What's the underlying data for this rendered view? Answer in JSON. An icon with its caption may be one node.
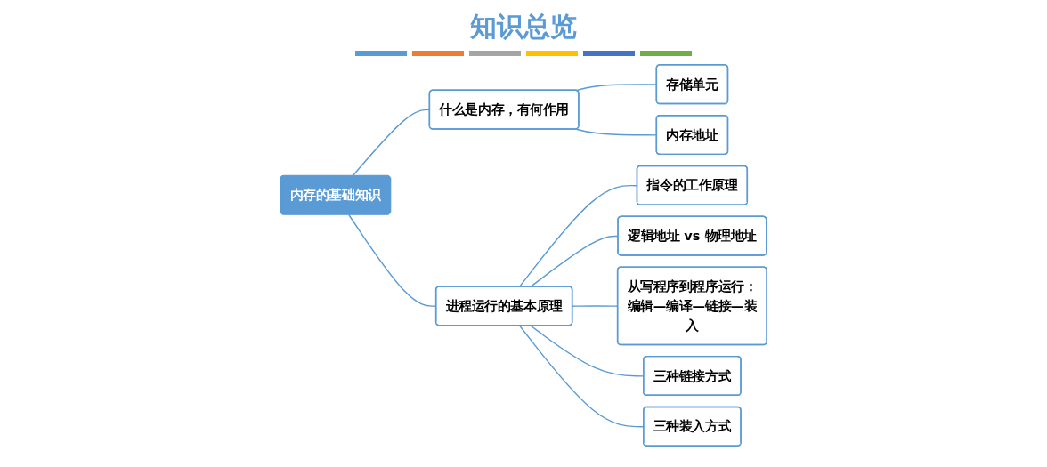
{
  "diagram": {
    "title": "知识总览",
    "nodes": [
      {
        "text": [
          "内存的基础知识"
        ]
      },
      {
        "text": [
          "什么是内存，有何作用"
        ]
      },
      {
        "text": [
          "存储单元"
        ]
      },
      {
        "text": [
          "内存地址"
        ]
      },
      {
        "text": [
          "进程运行的基本原理"
        ]
      },
      {
        "text": [
          "指令的工作原理"
        ]
      },
      {
        "text": [
          "逻辑地址 vs 物理地址"
        ]
      },
      {
        "text": [
          "从写程序到程序运行：编辑—编译—链接—装入"
        ]
      },
      {
        "text": [
          "三种链接方式"
        ]
      },
      {
        "text": [
          "三种装入方式"
        ]
      }
    ],
    "edges": [
      {
        "from": 0,
        "to": 1,
        "arrow": "none"
      },
      {
        "from": 1,
        "to": 2,
        "arrow": "none"
      },
      {
        "from": 1,
        "to": 3,
        "arrow": "none"
      },
      {
        "from": 0,
        "to": 4,
        "arrow": "none"
      },
      {
        "from": 4,
        "to": 5,
        "arrow": "none"
      },
      {
        "from": 4,
        "to": 6,
        "arrow": "none"
      },
      {
        "from": 4,
        "to": 7,
        "arrow": "none"
      },
      {
        "from": 4,
        "to": 8,
        "arrow": "none"
      },
      {
        "from": 4,
        "to": 9,
        "arrow": "none"
      }
    ]
  }
}
